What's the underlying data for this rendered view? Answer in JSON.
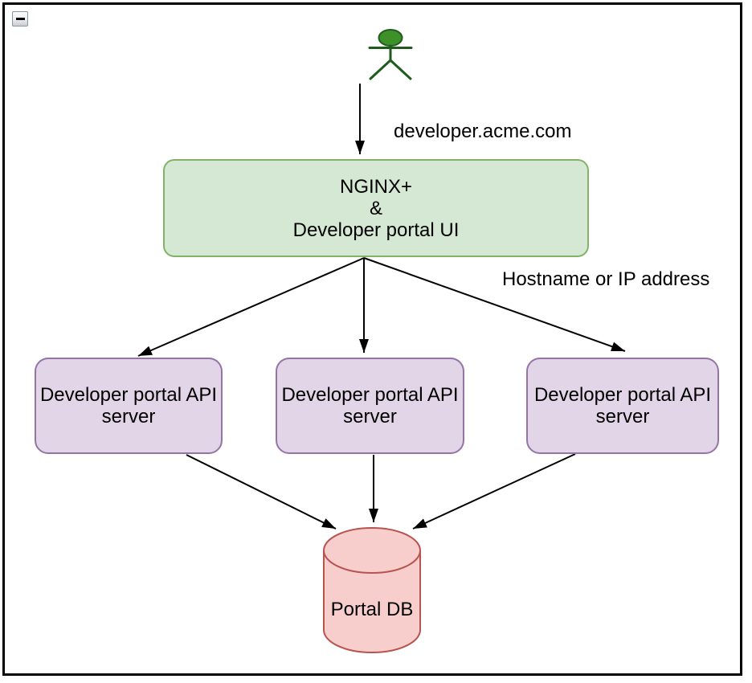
{
  "window": {
    "collapse_button_icon": "minus-icon"
  },
  "colors": {
    "frame_border": "#000000",
    "arrow": "#000000",
    "actor_fill": "#3e9129",
    "actor_stroke": "#1f5b1d",
    "gateway_fill": "#d5e8d4",
    "gateway_stroke": "#82b366",
    "api_server_fill": "#e1d5e7",
    "api_server_stroke": "#9673a6",
    "database_fill": "#f8cecc",
    "database_stroke": "#b85450"
  },
  "diagram": {
    "actor_icon": "stick-figure-user",
    "edge_labels": {
      "request_url": "developer.acme.com",
      "routing": "Hostname or IP address"
    },
    "gateway": {
      "lines": [
        "NGINX+",
        "&",
        "Developer portal UI"
      ]
    },
    "api_servers": [
      {
        "lines": [
          "Developer portal API",
          "server"
        ]
      },
      {
        "lines": [
          "Developer portal API",
          "server"
        ]
      },
      {
        "lines": [
          "Developer portal API",
          "server"
        ]
      }
    ],
    "database": {
      "label": "Portal DB"
    }
  }
}
